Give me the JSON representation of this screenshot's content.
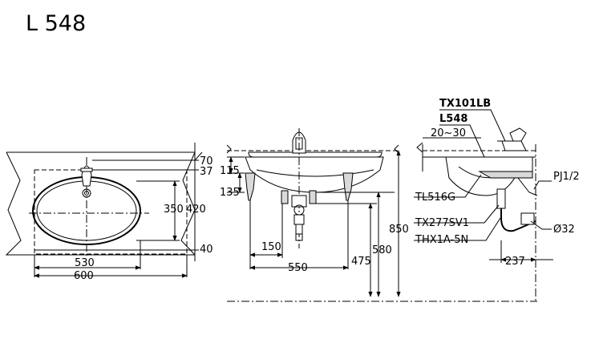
{
  "title": "L 548",
  "top_view": {
    "dims_right": [
      "70",
      "37",
      "350",
      "420",
      "40"
    ],
    "dims_bottom": [
      "530",
      "600"
    ]
  },
  "front_view": {
    "dims_left": [
      "115",
      "135"
    ],
    "dims_bottom": [
      "150",
      "550"
    ],
    "dims_right": [
      "475",
      "580",
      "850"
    ]
  },
  "side_view": {
    "labels": {
      "faucet": "TX101LB",
      "basin": "L548",
      "deck_range": "20~30",
      "bracket": "TL516G",
      "supply": "PJ1/2",
      "trap": "TX277SV1",
      "drain": "THX1A-5N",
      "pipe_dia": "Ø32",
      "offset": "237"
    }
  }
}
